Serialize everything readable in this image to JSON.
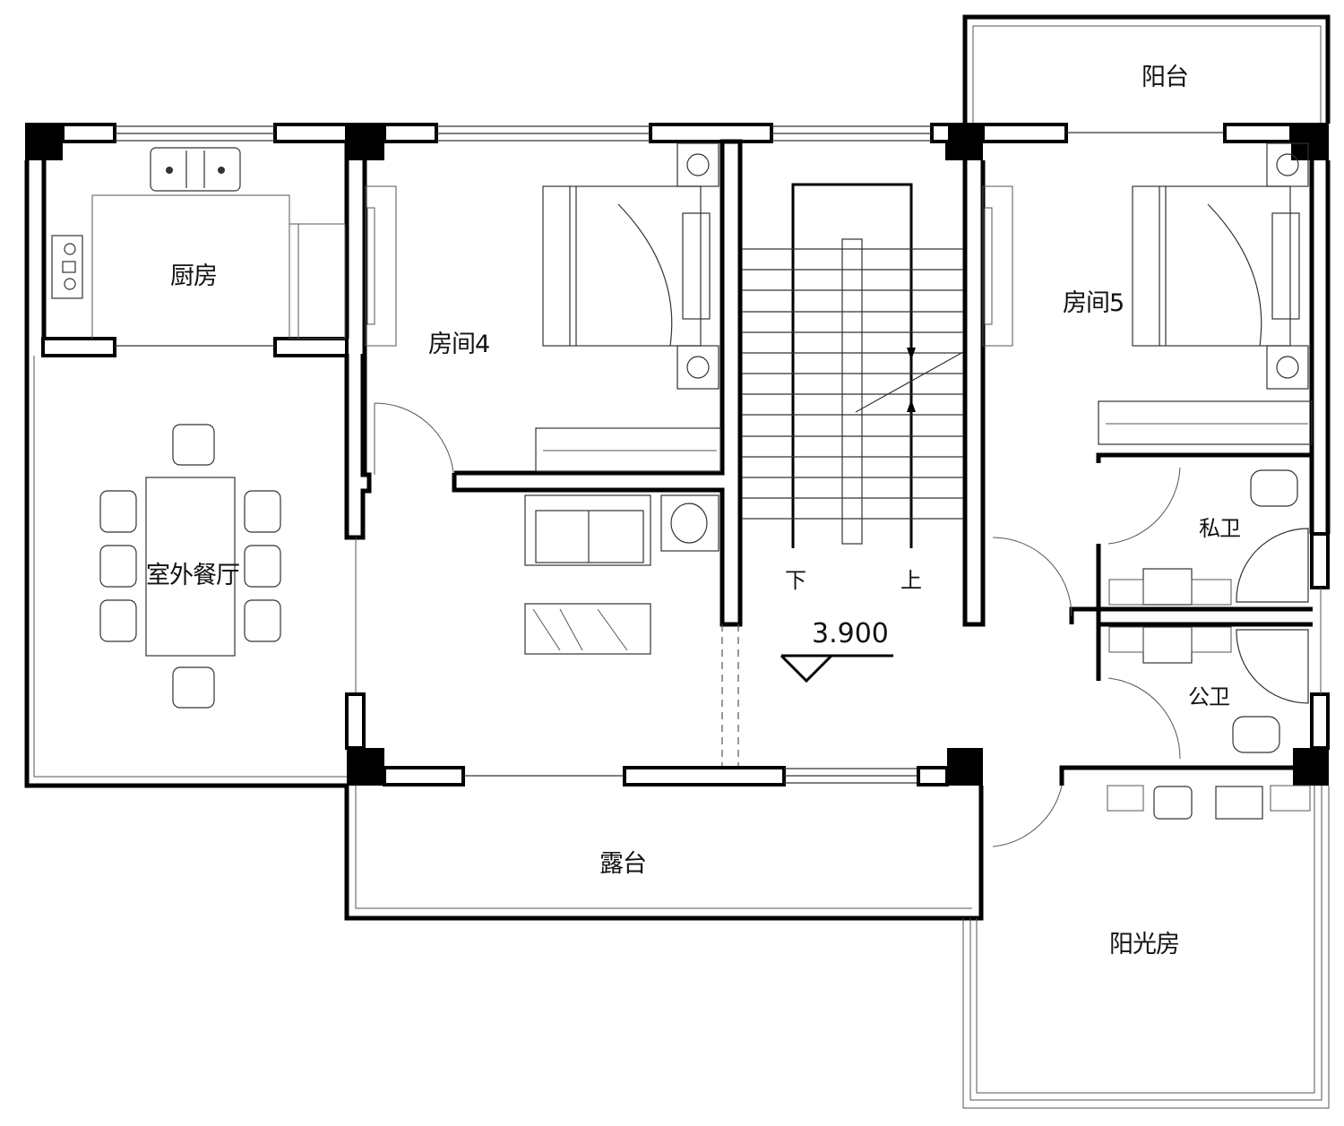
{
  "drawing": {
    "type": "floor-plan",
    "elevation": "3.900",
    "rooms": {
      "kitchen": "厨房",
      "outdoor_dining": "室外餐厅",
      "room4": "房间4",
      "room5": "房间5",
      "balcony": "阳台",
      "private_bath": "私卫",
      "public_bath": "公卫",
      "terrace": "露台",
      "sunroom": "阳光房"
    },
    "stairs": {
      "down": "下",
      "up": "上"
    }
  },
  "colors": {
    "line": "#000000",
    "background": "#ffffff"
  }
}
